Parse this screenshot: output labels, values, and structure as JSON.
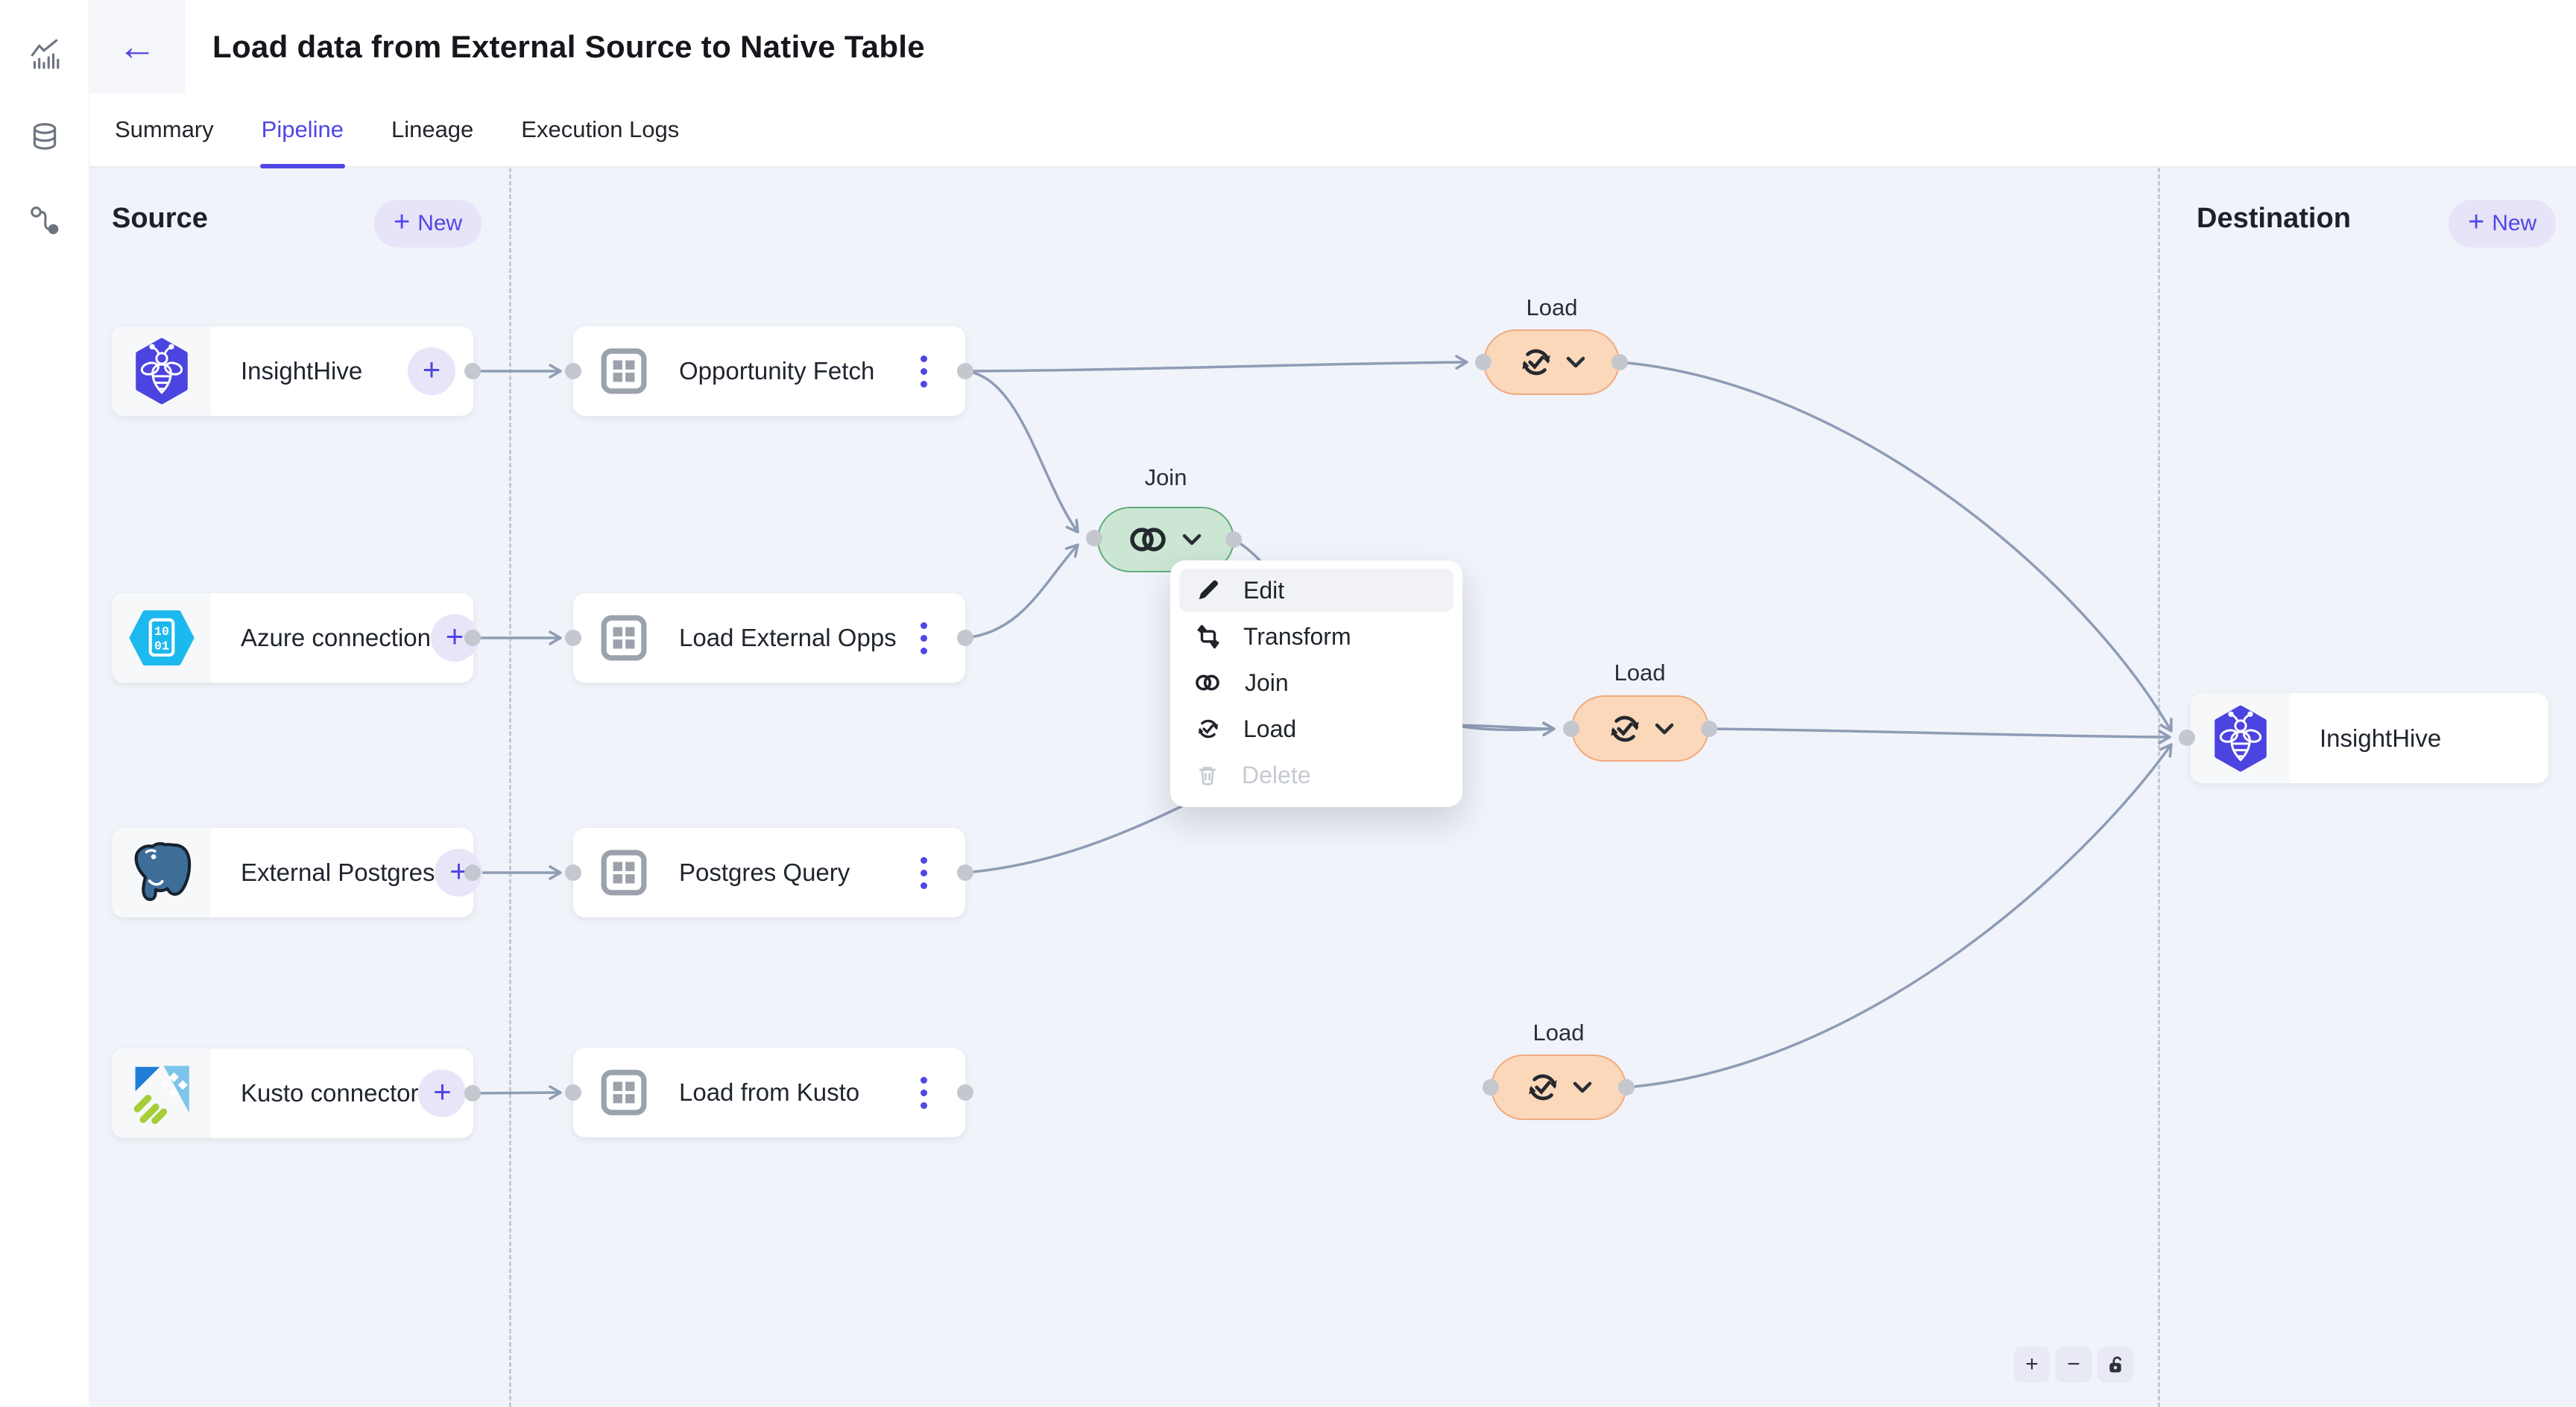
{
  "app": {
    "rail_icons": [
      "analytics",
      "database",
      "pipeline"
    ]
  },
  "header": {
    "back_glyph": "←",
    "title": "Load data from External Source to Native Table"
  },
  "tabs": {
    "items": [
      {
        "label": "Summary",
        "active": false
      },
      {
        "label": "Pipeline",
        "active": true
      },
      {
        "label": "Lineage",
        "active": false
      },
      {
        "label": "Execution Logs",
        "active": false
      }
    ]
  },
  "source_panel": {
    "title": "Source",
    "plus": "+",
    "new_label": "New"
  },
  "destination_panel": {
    "title": "Destination",
    "plus": "+",
    "new_label": "New"
  },
  "source_nodes": [
    {
      "label": "InsightHive",
      "icon": "insighthive-bee-hexagon",
      "add": "+"
    },
    {
      "label": "Azure connection",
      "icon": "azure-binary-hexagon",
      "add": "+"
    },
    {
      "label": "External Postgres",
      "icon": "postgresql-elephant",
      "add": "+"
    },
    {
      "label": "Kusto connector",
      "icon": "kusto-data-explorer",
      "add": "+"
    }
  ],
  "table_nodes": [
    {
      "label": "Opportunity Fetch",
      "icon": "table-grid"
    },
    {
      "label": "Load External Opps",
      "icon": "table-grid"
    },
    {
      "label": "Postgres Query",
      "icon": "table-grid"
    },
    {
      "label": "Load from Kusto",
      "icon": "table-grid"
    }
  ],
  "operations": {
    "join": {
      "label": "Join",
      "icon": "join-circles"
    },
    "load_top": {
      "label": "Load",
      "icon": "sync-check"
    },
    "load_middle": {
      "label": "Load",
      "icon": "sync-check"
    },
    "load_bottom": {
      "label": "Load",
      "icon": "sync-check"
    }
  },
  "destination_node": {
    "label": "InsightHive",
    "icon": "insighthive-bee-hexagon"
  },
  "context_menu": {
    "items": [
      {
        "label": "Edit",
        "icon": "pencil",
        "highlighted": true
      },
      {
        "label": "Transform",
        "icon": "transform-arrows"
      },
      {
        "label": "Join",
        "icon": "join-circles"
      },
      {
        "label": "Load",
        "icon": "sync-check"
      },
      {
        "label": "Delete",
        "icon": "trash",
        "disabled": true
      }
    ]
  },
  "canvas_controls": {
    "zoom_in": "+",
    "zoom_out": "−",
    "lock": "padlock-unlocked"
  },
  "colors": {
    "accent": "#4F46E5",
    "accent_soft": "#E8E5F8",
    "join_fill": "#CBE7D3",
    "join_border": "#63AA80",
    "load_fill": "#FBD8BA",
    "load_border": "#F1A97F",
    "edge": "#8E9CB5",
    "canvas_bg": "#F0F3F9"
  }
}
